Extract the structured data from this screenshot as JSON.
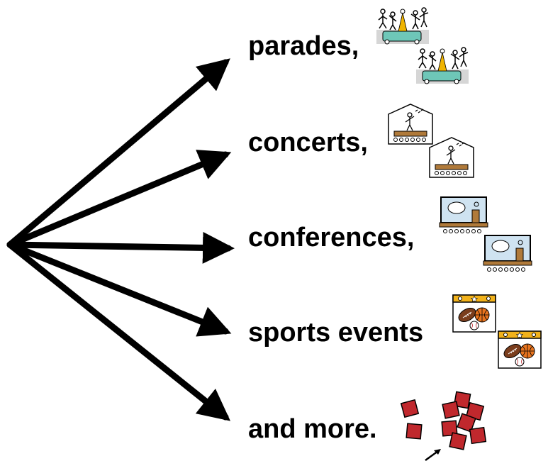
{
  "items": [
    {
      "label": "parades,",
      "icon": "parade-icon"
    },
    {
      "label": "concerts,",
      "icon": "concert-icon"
    },
    {
      "label": "conferences,",
      "icon": "conference-icon"
    },
    {
      "label": "sports events",
      "icon": "sports-ball-icon"
    },
    {
      "label": "and more.",
      "icon": "more-blocks-icon"
    }
  ],
  "colors": {
    "arrow": "#000000",
    "block_red": "#c0282d",
    "stage_wood": "#b07a3a",
    "float_teal": "#6ec7b8",
    "dancer_gold": "#f0b400",
    "calendar_header": "#f2b21b",
    "football_brown": "#7a3d1c",
    "basketball_orange": "#e8741e",
    "screen_blue": "#cfe3f1"
  }
}
